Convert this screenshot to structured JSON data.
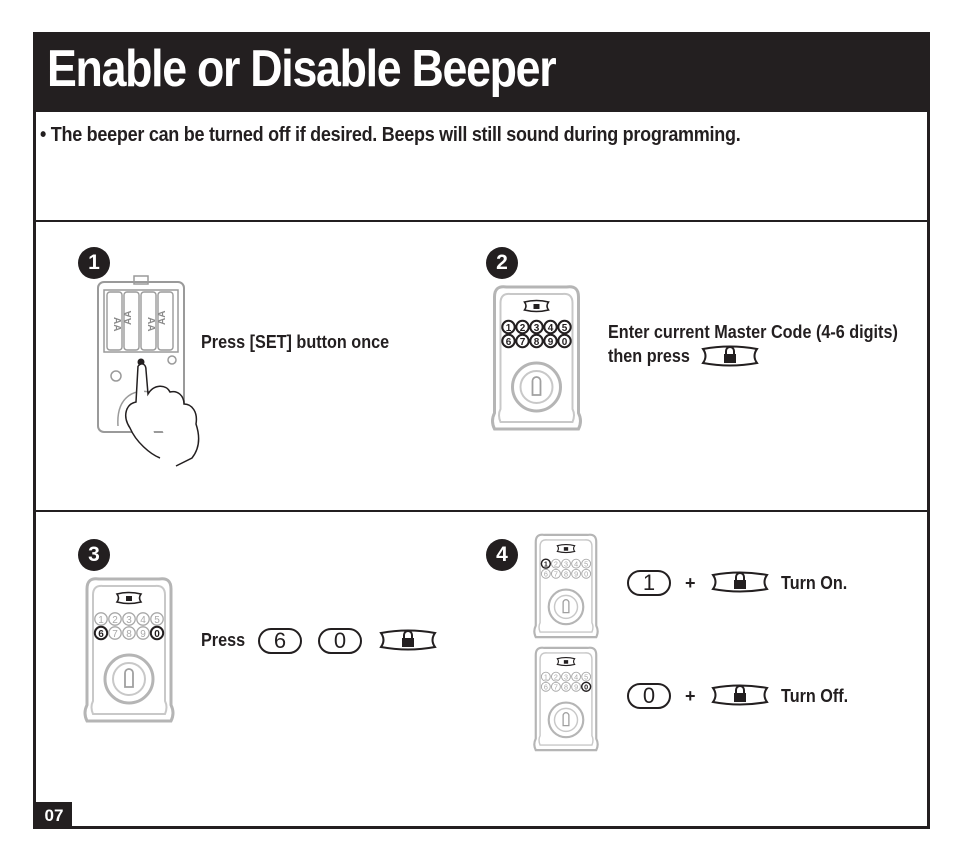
{
  "header": {
    "title": "Enable or Disable Beeper"
  },
  "note": "• The beeper can be turned off if desired. Beeps will still sound during programming.",
  "steps": [
    {
      "number": "1",
      "text": "Press [SET] button once"
    },
    {
      "number": "2",
      "line1": "Enter current Master Code (4-6 digits)",
      "line2": "then press"
    },
    {
      "number": "3",
      "text": "Press",
      "keys": [
        "6",
        "0"
      ]
    },
    {
      "number": "4",
      "on": {
        "key": "1",
        "plus": "+",
        "text": "Turn On."
      },
      "off": {
        "key": "0",
        "plus": "+",
        "text": "Turn Off."
      }
    }
  ],
  "keypad_digits": [
    "1",
    "2",
    "3",
    "4",
    "5",
    "6",
    "7",
    "8",
    "9",
    "0"
  ],
  "battery_label": "AA",
  "page_number": "07",
  "icons": [
    "lock-button-icon",
    "deadbolt-keypad-icon",
    "battery-pack-icon",
    "hand-pointer-icon"
  ]
}
